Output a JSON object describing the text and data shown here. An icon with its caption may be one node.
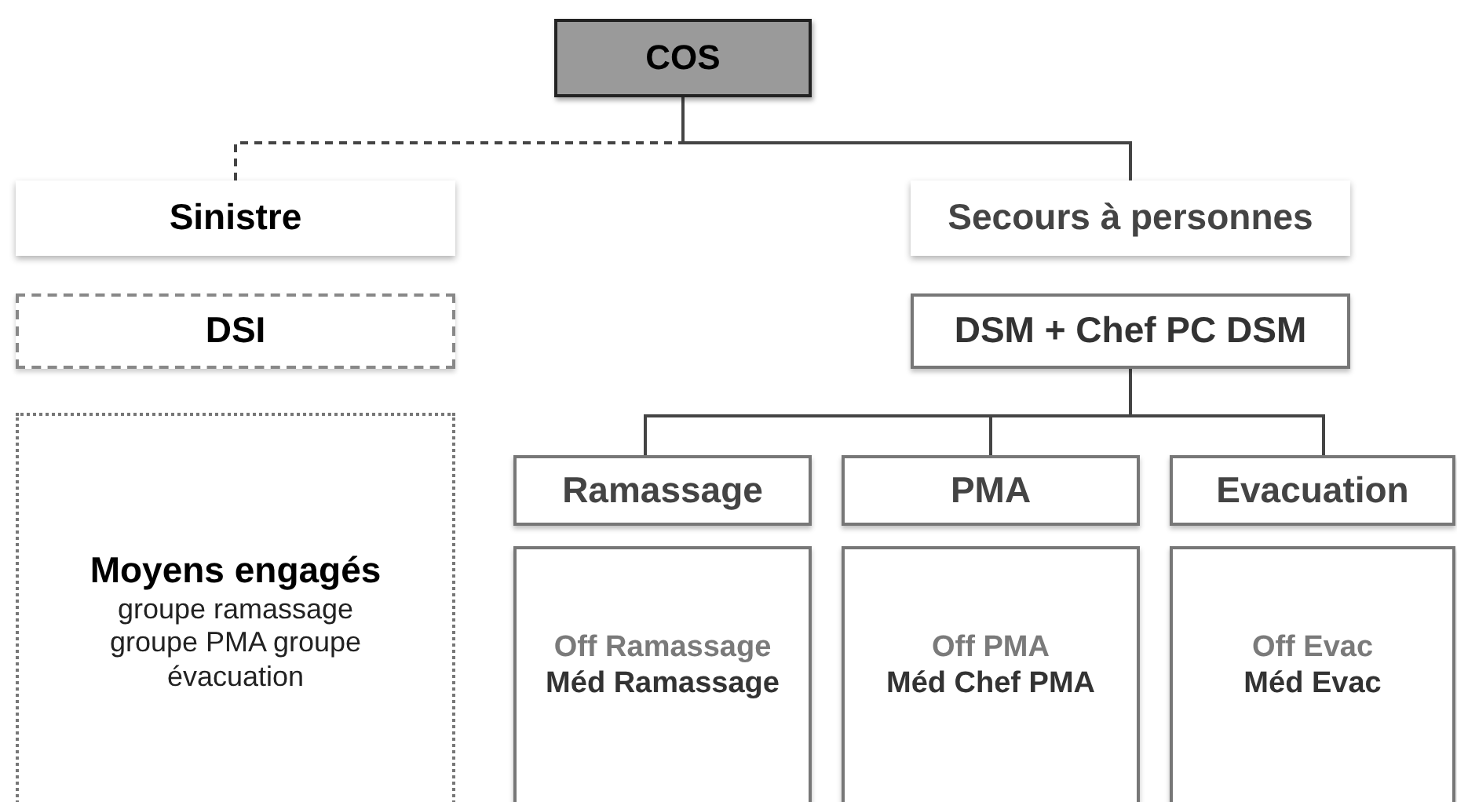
{
  "diagram": {
    "nodes": [
      {
        "text": [
          "COS"
        ]
      },
      {
        "text": [
          "Sinistre"
        ]
      },
      {
        "text": [
          "Secours à personnes"
        ]
      },
      {
        "text": [
          "DSI"
        ]
      },
      {
        "text": [
          "DSM + Chef PC DSM"
        ]
      },
      {
        "text": [
          "Moyens engagés",
          "groupe ramassage groupe PMA groupe évacuation"
        ]
      },
      {
        "text": [
          "Ramassage"
        ]
      },
      {
        "text": [
          "PMA"
        ]
      },
      {
        "text": [
          "Evacuation"
        ]
      },
      {
        "text": [
          "Off Ramassage",
          "Méd Ramassage"
        ]
      },
      {
        "text": [
          "Off PMA",
          "Méd Chef PMA"
        ]
      },
      {
        "text": [
          "Off Evac",
          "Méd Evac"
        ]
      }
    ],
    "edges": [
      {
        "from": 0,
        "to": 1,
        "arrow": "none",
        "style": "dashed"
      },
      {
        "from": 0,
        "to": 2,
        "arrow": "none"
      },
      {
        "from": 4,
        "to": 6,
        "arrow": "none"
      },
      {
        "from": 4,
        "to": 7,
        "arrow": "none"
      },
      {
        "from": 4,
        "to": 8,
        "arrow": "none"
      }
    ]
  }
}
